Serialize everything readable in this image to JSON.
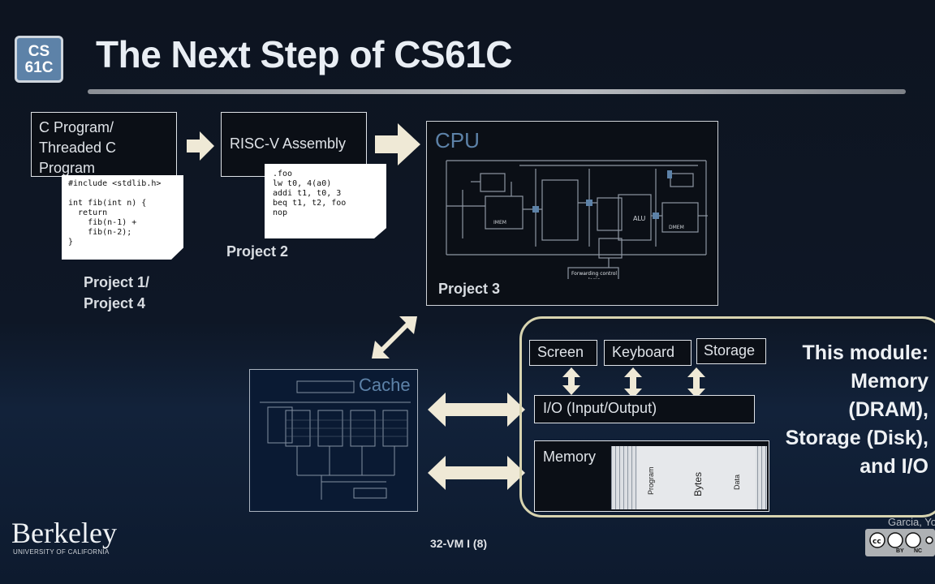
{
  "slide": {
    "title": "The Next Step of CS61C",
    "logo": {
      "line1": "CS",
      "line2": "61C"
    },
    "footer": {
      "institution": "Berkeley",
      "institution_sub": "UNIVERSITY OF CALIFORNIA",
      "page": "32-VM I (8)",
      "author": "Garcia, Yo",
      "license": [
        "BY",
        "NC"
      ]
    }
  },
  "boxes": {
    "c_program": "C Program/ Threaded C Program",
    "risc_v": "RISC-V Assembly",
    "cpu": "CPU",
    "cache": "Cache",
    "screen": "Screen",
    "keyboard": "Keyboard",
    "storage": "Storage",
    "io": "I/O (Input/Output)",
    "memory": "Memory",
    "memory_sections": [
      "Program",
      "Bytes",
      "Data"
    ]
  },
  "code": {
    "c_lines": [
      "#include <stdlib.h>",
      "",
      "int fib(int n) {",
      "  return",
      "    fib(n-1) +",
      "    fib(n-2);",
      "}"
    ],
    "asm_lines": [
      ".foo",
      "lw t0, 4(a0)",
      "addi t1, t0, 3",
      "beq t1, t2, foo",
      "nop"
    ]
  },
  "projects": {
    "p2": "Project 2",
    "p14_line1": "Project 1/",
    "p14_line2": "Project 4",
    "p3": "Project 3"
  },
  "module": {
    "lines": [
      "This module:",
      "Memory",
      "(DRAM),",
      "Storage (Disk),",
      "and I/O"
    ]
  },
  "cpu_labels": {
    "forwarding": "Forwarding control logic",
    "imem": "IMEM",
    "dmem": "DMEM",
    "alu": "ALU"
  },
  "colors": {
    "accent": "#5d82a8",
    "panel_border": "#d8d4b0",
    "arrow": "#efe9d6"
  }
}
